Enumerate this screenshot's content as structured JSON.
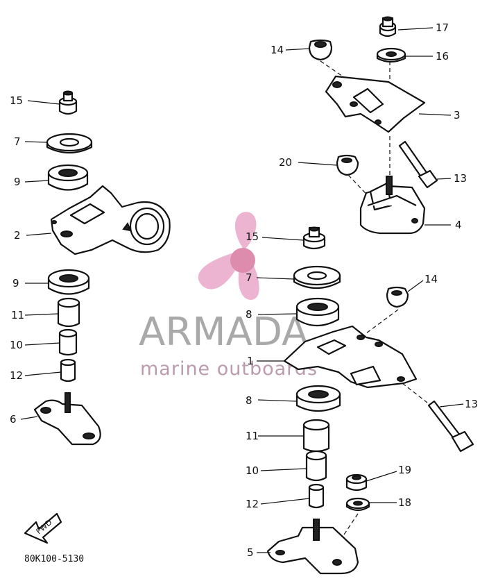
{
  "watermark": {
    "brand": "ARMADA",
    "tagline": "marine outboards",
    "logo_color": "#e9a8c8",
    "text_color": "#9b9b9b"
  },
  "fwd_marker": "FWD",
  "diagram_code": "80K100-5130",
  "callouts": {
    "c1": "1",
    "c2": "2",
    "c3": "3",
    "c4": "4",
    "c5": "5",
    "c6": "6",
    "c7a": "7",
    "c7b": "7",
    "c8a": "8",
    "c8b": "8",
    "c9a": "9",
    "c9b": "9",
    "c10a": "10",
    "c10b": "10",
    "c11a": "11",
    "c11b": "11",
    "c12a": "12",
    "c12b": "12",
    "c13a": "13",
    "c13b": "13",
    "c14a": "14",
    "c14b": "14",
    "c15a": "15",
    "c15b": "15",
    "c16": "16",
    "c17": "17",
    "c18": "18",
    "c19": "19",
    "c20": "20"
  }
}
